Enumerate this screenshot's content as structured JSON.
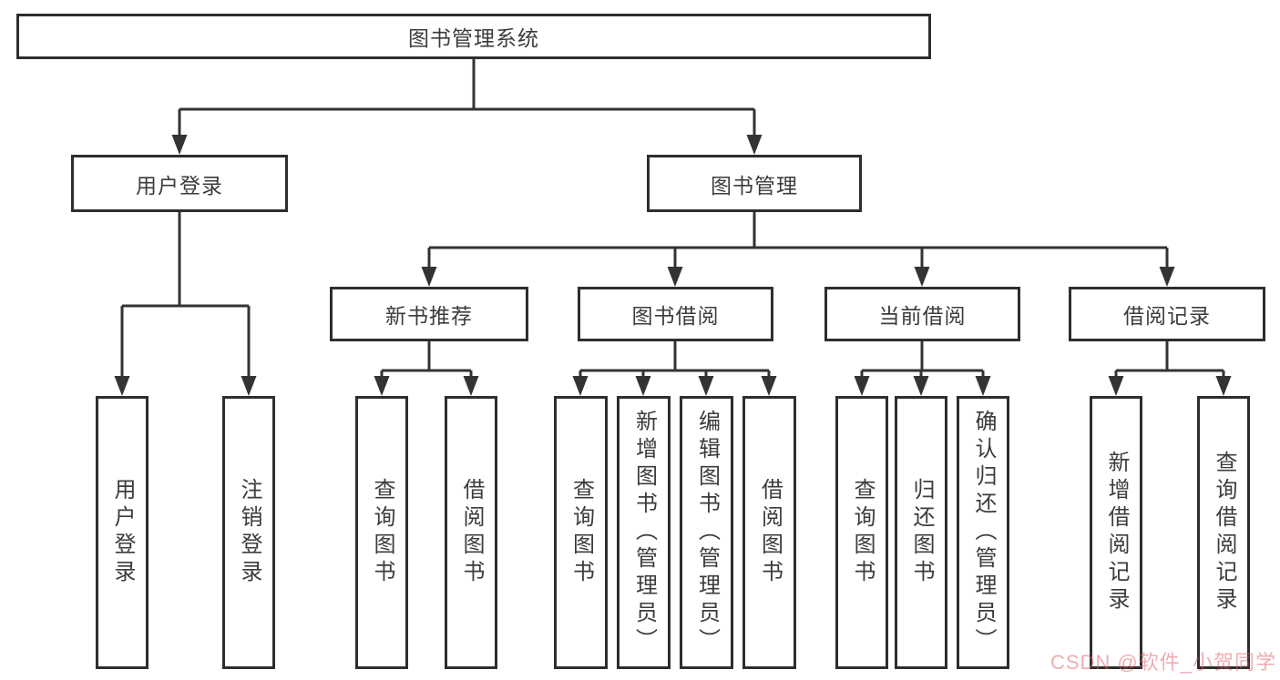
{
  "diagram": {
    "root": {
      "label": "图书管理系统"
    },
    "branches": [
      {
        "label": "用户登录",
        "children": [
          {
            "label": "用户登录"
          },
          {
            "label": "注销登录"
          }
        ]
      },
      {
        "label": "图书管理",
        "children": [
          {
            "label": "新书推荐",
            "children": [
              {
                "label": "查询图书"
              },
              {
                "label": "借阅图书"
              }
            ]
          },
          {
            "label": "图书借阅",
            "children": [
              {
                "label": "查询图书"
              },
              {
                "label": "新增图书（管理员）"
              },
              {
                "label": "编辑图书（管理员）"
              },
              {
                "label": "借阅图书"
              }
            ]
          },
          {
            "label": "当前借阅",
            "children": [
              {
                "label": "查询图书"
              },
              {
                "label": "归还图书"
              },
              {
                "label": "确认归还（管理员）"
              }
            ]
          },
          {
            "label": "借阅记录",
            "children": [
              {
                "label": "新增借阅记录"
              },
              {
                "label": "查询借阅记录"
              }
            ]
          }
        ]
      }
    ]
  },
  "watermark": {
    "text": "CSDN @软件_小贺同学"
  },
  "colors": {
    "line": "#333333",
    "box_border": "#2e2e2e",
    "text": "#3c3c3c",
    "watermark": "#e05c63",
    "bg": "#ffffff"
  }
}
